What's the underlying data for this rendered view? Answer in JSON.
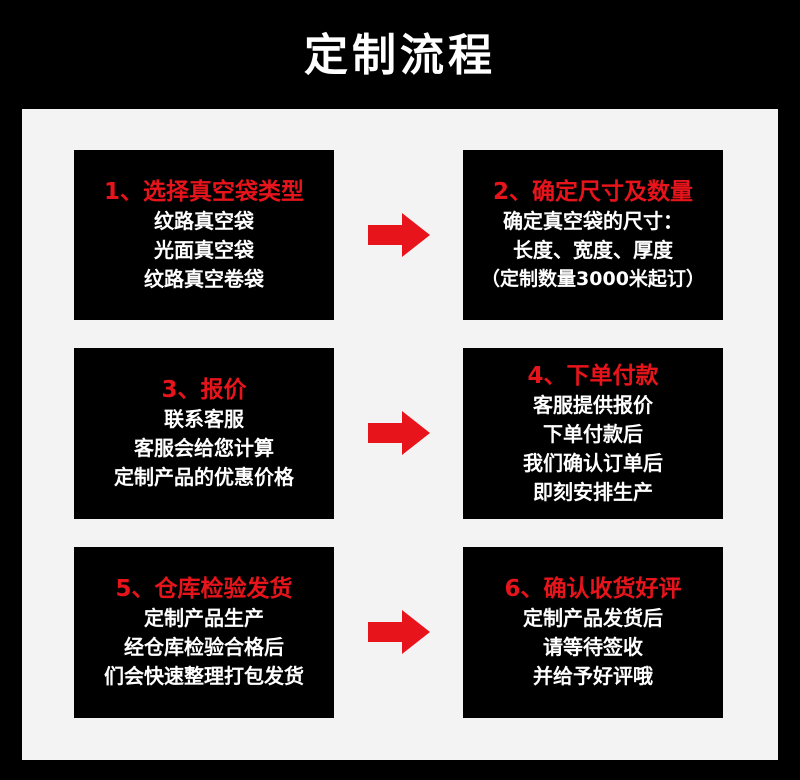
{
  "title": "定制流程",
  "colors": {
    "background": "#000000",
    "panel": "#f3f3f3",
    "box": "#000000",
    "step_title": "#e8141b",
    "step_text": "#ffffff",
    "arrow": "#e8141b"
  },
  "icons": {
    "arrow": "right-arrow-icon"
  },
  "steps": [
    {
      "title": "1、选择真空袋类型",
      "lines": [
        "纹路真空袋",
        "光面真空袋",
        "纹路真空卷袋"
      ]
    },
    {
      "title": "2、确定尺寸及数量",
      "lines": [
        "确定真空袋的尺寸：",
        "长度、宽度、厚度",
        "（定制数量3000米起订）"
      ]
    },
    {
      "title": "3、报价",
      "lines": [
        "联系客服",
        "客服会给您计算",
        "定制产品的优惠价格"
      ]
    },
    {
      "title": "4、下单付款",
      "lines": [
        "客服提供报价",
        "下单付款后",
        "我们确认订单后",
        "即刻安排生产"
      ]
    },
    {
      "title": "5、仓库检验发货",
      "lines": [
        "定制产品生产",
        "经仓库检验合格后",
        "们会快速整理打包发货"
      ]
    },
    {
      "title": "6、确认收货好评",
      "lines": [
        "定制产品发货后",
        "请等待签收",
        "并给予好评哦"
      ]
    }
  ]
}
